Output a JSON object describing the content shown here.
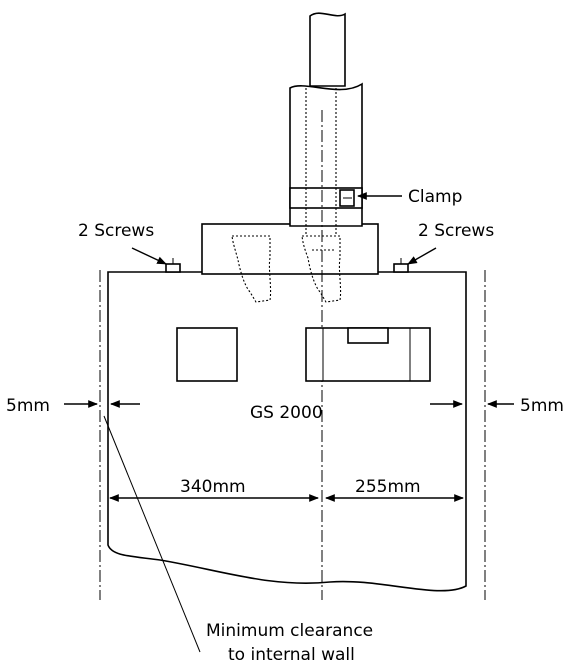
{
  "labels": {
    "clamp": "Clamp",
    "screws_left": "2 Screws",
    "screws_right": "2 Screws",
    "unit_name": "GS 2000",
    "gap_left": "5mm",
    "gap_right": "5mm",
    "dim_left": "340mm",
    "dim_right": "255mm",
    "clearance_line1": "Minimum clearance",
    "clearance_line2": "to internal wall"
  }
}
